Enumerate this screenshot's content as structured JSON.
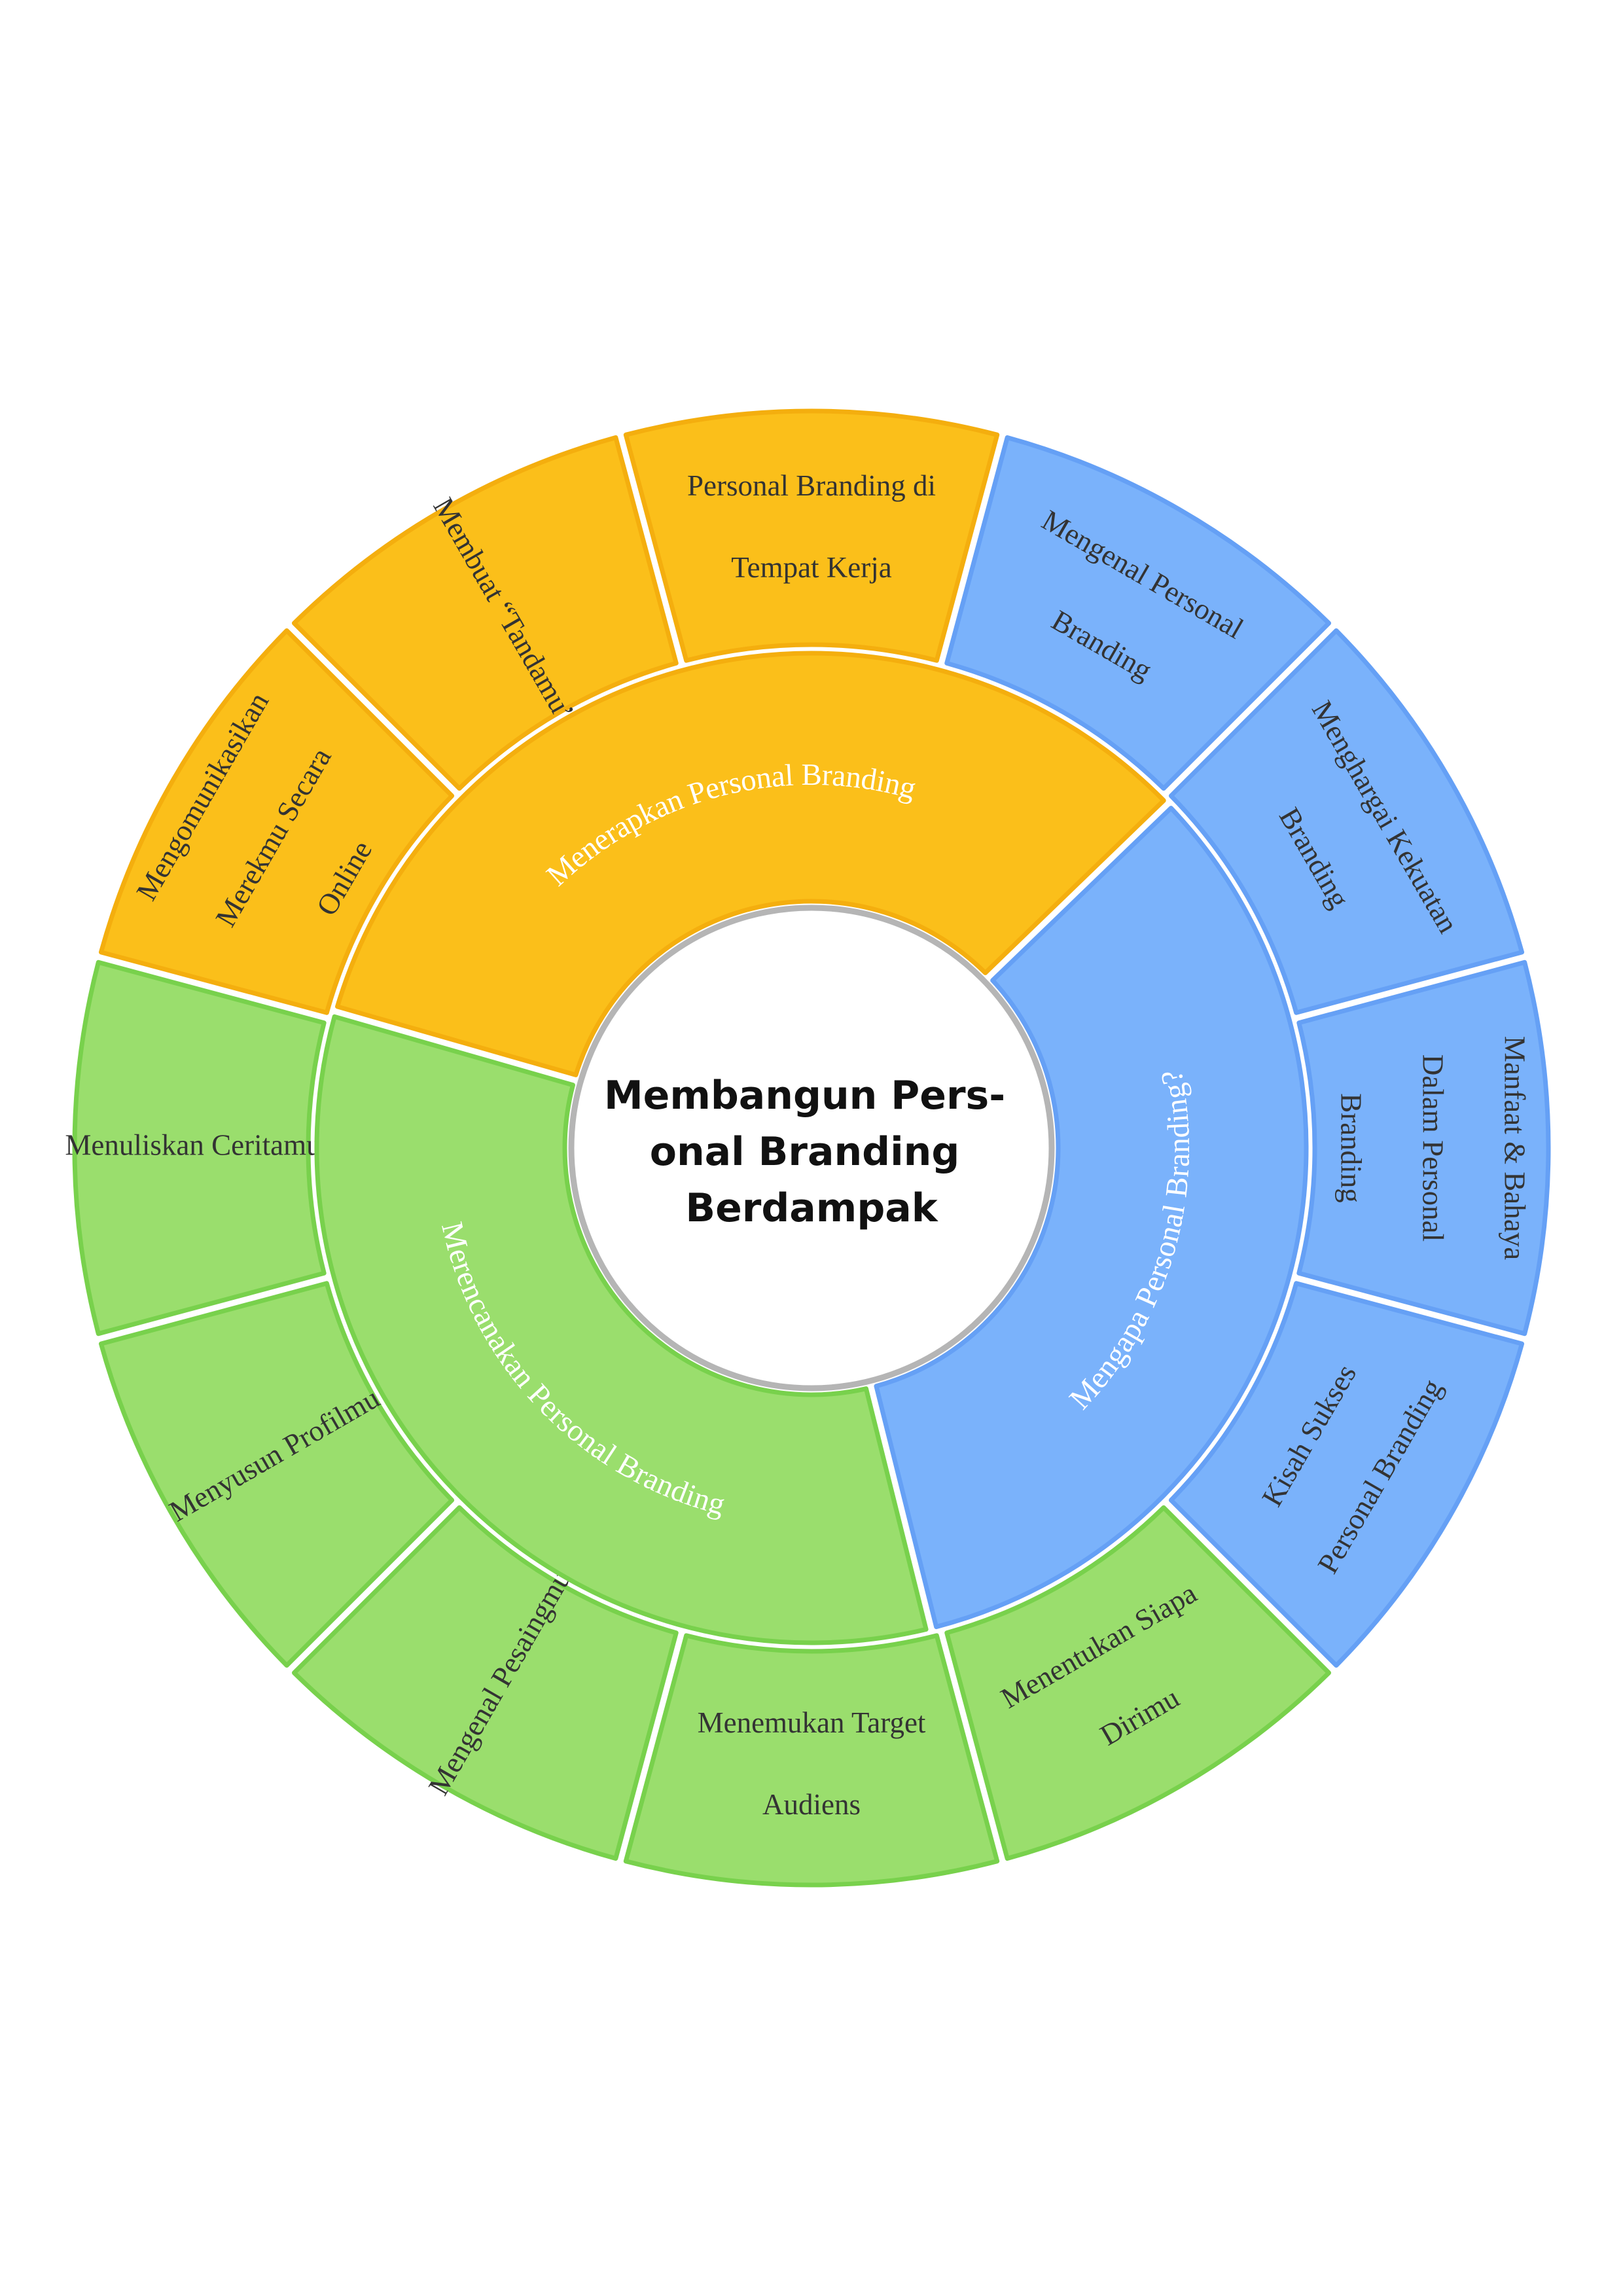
{
  "center": {
    "title_lines": [
      "Membangun Pers-",
      "onal Branding",
      "Berdampak"
    ]
  },
  "colors": {
    "yellow": "#fbbf1a",
    "yellow_stroke": "#f4ae0e",
    "blue": "#7ab2fb",
    "blue_stroke": "#65a0f5",
    "green": "#9ade6d",
    "green_stroke": "#78d14c"
  },
  "inner_ring": [
    {
      "id": "menerapkan",
      "label": "Menerapkan Personal Branding",
      "color": "yellow"
    },
    {
      "id": "mengapa",
      "label": "Mengapa Personal Branding?",
      "color": "blue"
    },
    {
      "id": "merencanakan",
      "label": "Merencanakan Personal Branding",
      "color": "green"
    }
  ],
  "outer_ring": [
    {
      "id": "tempat-kerja",
      "lines": [
        "Personal Branding di",
        "Tempat Kerja"
      ],
      "color": "yellow"
    },
    {
      "id": "mengenal-personal-branding",
      "lines": [
        "Mengenal Personal",
        "Branding"
      ],
      "color": "blue"
    },
    {
      "id": "menghargai-kekuatan",
      "lines": [
        "Menghargai Kekuatan",
        "Branding"
      ],
      "color": "blue"
    },
    {
      "id": "manfaat-bahaya",
      "lines": [
        "Manfaat & Bahaya",
        "Dalam Personal",
        "Branding"
      ],
      "color": "blue"
    },
    {
      "id": "kisah-sukses",
      "lines": [
        "Kisah Sukses",
        "Personal Branding"
      ],
      "color": "blue"
    },
    {
      "id": "menentukan-siapa",
      "lines": [
        "Menentukan Siapa",
        "Dirimu"
      ],
      "color": "green"
    },
    {
      "id": "menemukan-target",
      "lines": [
        "Menemukan Target",
        "Audiens"
      ],
      "color": "green"
    },
    {
      "id": "mengenal-pesaing",
      "lines": [
        "Mengenal Pesaingmu"
      ],
      "color": "green"
    },
    {
      "id": "menyusun-profil",
      "lines": [
        "Menyusun Profilmu"
      ],
      "color": "green"
    },
    {
      "id": "menuliskan-cerita",
      "lines": [
        "Menuliskan Ceritamu"
      ],
      "color": "green"
    },
    {
      "id": "mengomunikasikan",
      "lines": [
        "Mengomunikasikan",
        "Merekmu Secara",
        "Online"
      ],
      "color": "yellow"
    },
    {
      "id": "membuat-tanda",
      "lines": [
        "Membuat “Tandamu”"
      ],
      "color": "yellow"
    }
  ]
}
